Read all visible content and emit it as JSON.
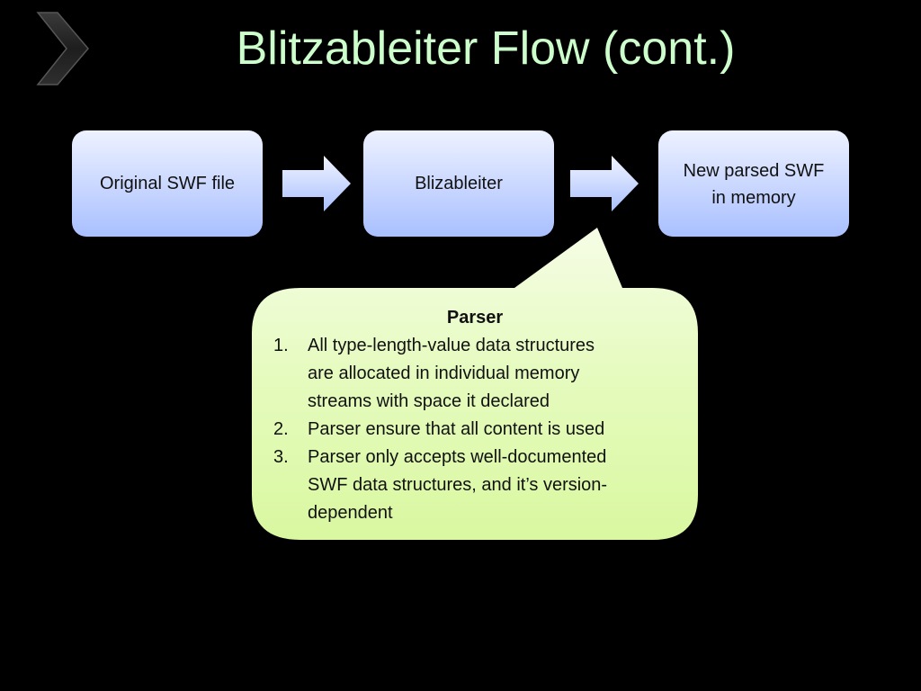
{
  "slide": {
    "title": "Blitzableiter Flow (cont.)",
    "title_color": "#ccffcc",
    "background_color": "#000000",
    "logo_icon": "chevron-right-icon"
  },
  "flow": {
    "boxes": [
      {
        "label_lines": [
          "Original SWF file"
        ]
      },
      {
        "label_lines": [
          "Blizableiter"
        ]
      },
      {
        "label_lines": [
          "New parsed SWF",
          "in memory"
        ]
      }
    ],
    "box_color": "#c8d6ff",
    "arrow_icon": "arrow-right-icon"
  },
  "callout": {
    "heading": "Parser",
    "items": [
      {
        "number": "1.",
        "lines": [
          "All type-length-value data structures",
          "are allocated in individual memory",
          "streams with space it declared"
        ]
      },
      {
        "number": "2.",
        "lines": [
          "Parser ensure that all content is used"
        ]
      },
      {
        "number": "3.",
        "lines": [
          "Parser only accepts well-documented",
          "SWF data structures, and it’s version-",
          "dependent"
        ]
      }
    ],
    "fill_color": "#e2fbb7"
  }
}
